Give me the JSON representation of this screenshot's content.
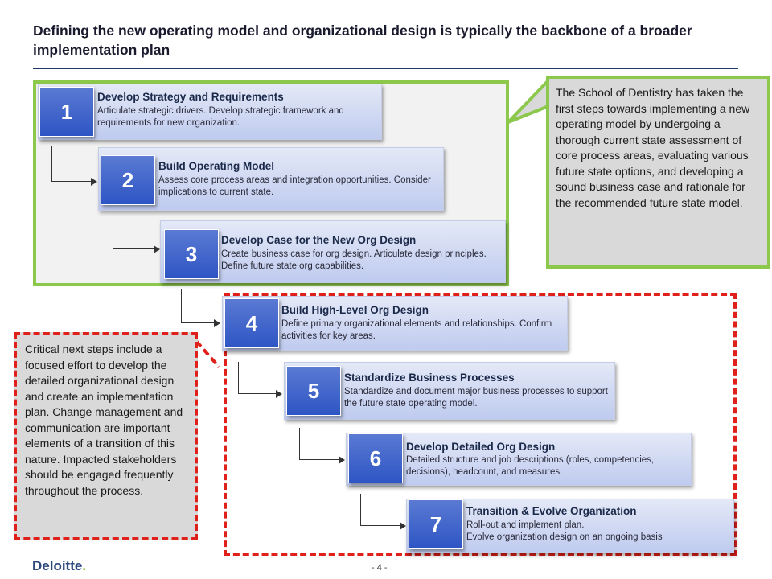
{
  "title": "Defining the new operating model and organizational design is typically the backbone of a broader implementation plan",
  "steps": [
    {
      "num": "1",
      "title": "Develop Strategy and Requirements",
      "desc": "Articulate strategic drivers.  Develop strategic framework and requirements  for new organization."
    },
    {
      "num": "2",
      "title": "Build Operating Model",
      "desc": "Assess core process areas and integration opportunities. Consider implications to current state."
    },
    {
      "num": "3",
      "title": "Develop Case for the New Org Design",
      "desc": "Create business case for org design.  Articulate design principles.  Define future state org capabilities."
    },
    {
      "num": "4",
      "title": "Build High-Level Org Design",
      "desc": "Define primary organizational elements and relationships. Confirm activities for key areas."
    },
    {
      "num": "5",
      "title": "Standardize Business Processes",
      "desc": "Standardize and document major business processes to support the future state operating model."
    },
    {
      "num": "6",
      "title": "Develop Detailed Org Design",
      "desc": "Detailed structure and job descriptions (roles, competencies, decisions), headcount, and measures."
    },
    {
      "num": "7",
      "title": "Transition & Evolve Organization",
      "desc": "Roll-out and implement plan.\nEvolve organization design on an ongoing basis"
    }
  ],
  "callouts": {
    "green": "The School of Dentistry has taken the first steps towards implementing a new operating model by undergoing a thorough current state assessment of core process areas, evaluating various future state options, and developing a sound business case and rationale for the recommended future state model.",
    "red": "Critical next steps include a focused effort to develop the detailed organizational design and create an implementation plan. Change management and communication are important elements of a transition of this nature. Impacted stakeholders should be engaged frequently throughout the process."
  },
  "footer": {
    "logo_text": "Deloitte",
    "logo_dot": ".",
    "page_number": "- 4 -"
  },
  "colors": {
    "green_accent": "#8cc84b",
    "red_accent": "#e0201b",
    "step_blue": "#2e55c4",
    "brand_navy": "#1f3864"
  }
}
